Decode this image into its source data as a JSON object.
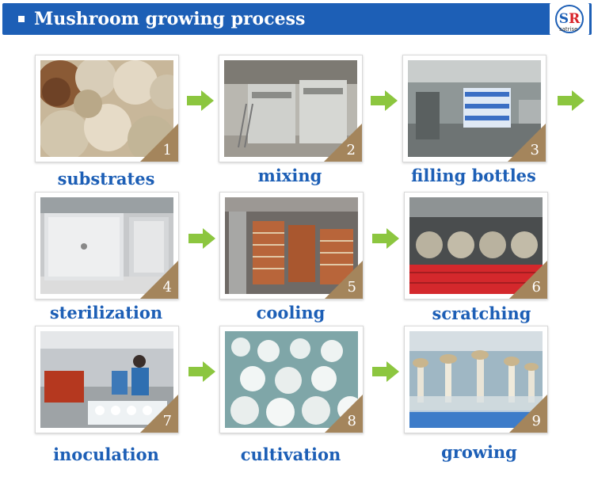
{
  "header": {
    "title": "Mushroom growing process",
    "logo_letters": "SR",
    "logo_text": "satrise"
  },
  "colors": {
    "header_blue": "#1d5fb6",
    "caption_blue": "#1d5fb6",
    "arrow_green": "#8cc63f",
    "corner_tan": "#a4855c",
    "logo_red": "#d8232a"
  },
  "steps": [
    {
      "number": "1",
      "label": "substrates"
    },
    {
      "number": "2",
      "label": "mixing"
    },
    {
      "number": "3",
      "label": "filling bottles"
    },
    {
      "number": "4",
      "label": "sterilization"
    },
    {
      "number": "5",
      "label": "cooling"
    },
    {
      "number": "6",
      "label": "scratching"
    },
    {
      "number": "7",
      "label": "inoculation"
    },
    {
      "number": "8",
      "label": "cultivation"
    },
    {
      "number": "9",
      "label": "growing"
    }
  ]
}
